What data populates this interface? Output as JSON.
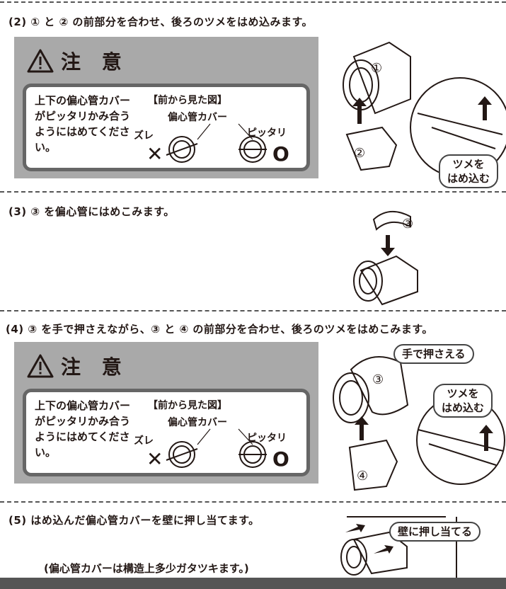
{
  "step2": {
    "text": "(2) ① と ② の前部分を合わせ、後ろのツメをはめ込みます。",
    "circle1": "①",
    "circle2": "②",
    "callout_line1": "ツメを",
    "callout_line2": "はめ込む"
  },
  "caution1": {
    "title": "注 意",
    "text": "上下の偏心管カバーがピッタリかみ合うようにはめてください。",
    "front_view": "【前から見た図】",
    "cover_label": "偏心管カバー",
    "bad_label": "ズレ",
    "good_label": "ピッタリ",
    "bad_mark": "✕",
    "good_mark": "O"
  },
  "step3": {
    "text": "(3) ③ を偏心管にはめこみます。",
    "circle3": "③"
  },
  "step4": {
    "text": "(4) ③ を手で押さえながら、③ と ④ の前部分を合わせ、後ろのツメをはめこみます。",
    "callout_hand": "手で押さえる",
    "callout_line1": "ツメを",
    "callout_line2": "はめ込む",
    "circle3": "③",
    "circle4": "④"
  },
  "caution2": {
    "title": "注 意",
    "text": "上下の偏心管カバーがピッタリかみ合うようにはめてください。",
    "front_view": "【前から見た図】",
    "cover_label": "偏心管カバー",
    "bad_label": "ズレ",
    "good_label": "ピッタリ",
    "bad_mark": "✕",
    "good_mark": "O"
  },
  "step5": {
    "text": "(5) はめ込んだ偏心管カバーを壁に押し当てます。",
    "note": "(偏心管カバーは構造上多少ガタツキます。)",
    "callout": "壁に押し当てる"
  },
  "colors": {
    "panel": "#a9a9a9",
    "frame": "#666666",
    "ink": "#231815"
  }
}
